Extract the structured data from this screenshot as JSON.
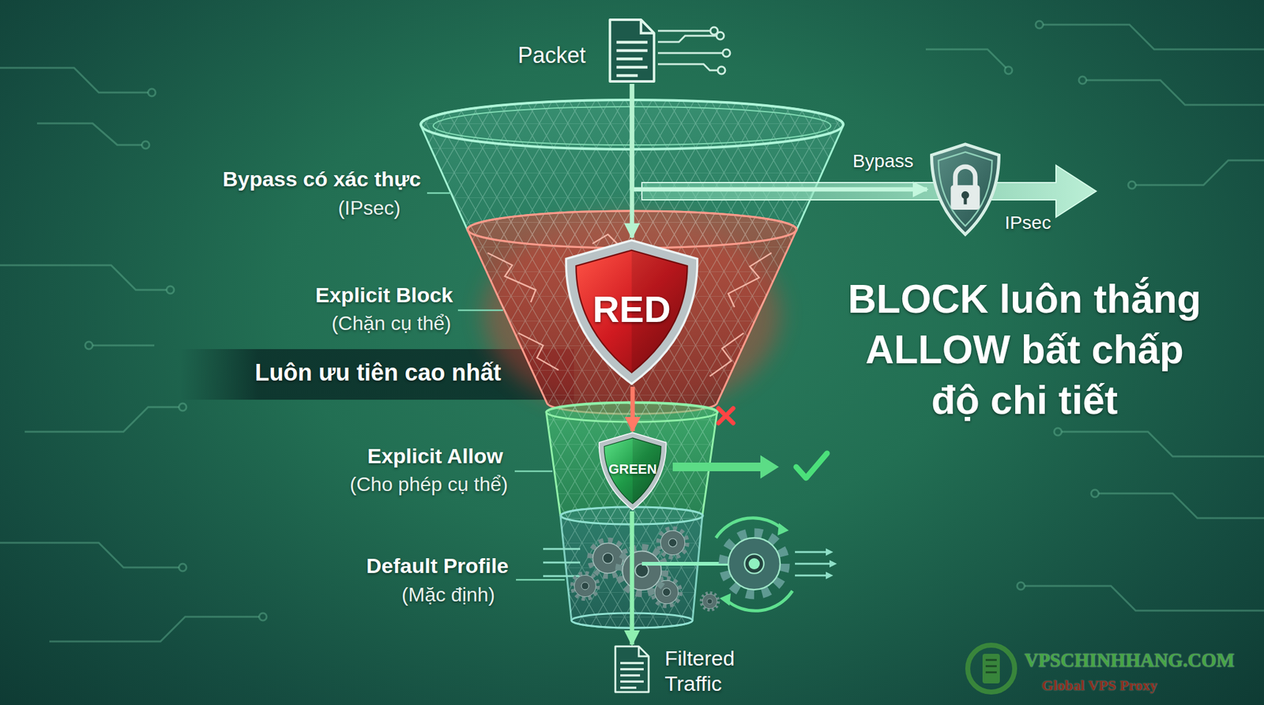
{
  "diagram": {
    "nodes": [
      {
        "text": [
          "Packet"
        ]
      },
      {
        "text": [
          "Bypass",
          "IPsec"
        ]
      },
      {
        "text": [
          "RED"
        ]
      },
      {
        "text": [
          "GREEN"
        ]
      },
      {
        "text": [
          "Filtered Traffic"
        ]
      }
    ],
    "edges": [
      {
        "from": 0,
        "to": 1,
        "arrow": "to"
      },
      {
        "from": 0,
        "to": 2,
        "arrow": "to"
      },
      {
        "from": 2,
        "to": 3,
        "arrow": "to"
      },
      {
        "from": 3,
        "to": 4,
        "arrow": "to"
      }
    ],
    "labels": [
      "Bypass có xác thực",
      "(IPsec)",
      "Explicit Block",
      "(Chặn cụ thể)",
      "Luôn ưu tiên cao nhất",
      "Explicit Allow",
      "(Cho phép cụ thể)",
      "Default Profile",
      "(Mặc định)",
      "BLOCK luôn thắng ALLOW bất chấp độ chi tiết",
      "VPSCHINHHANG.COM",
      "Global VPS Proxy"
    ]
  }
}
